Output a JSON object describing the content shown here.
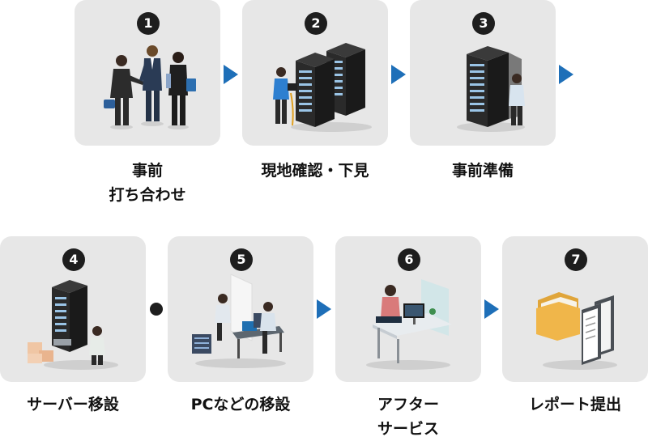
{
  "colors": {
    "card": "#e7e7e7",
    "arrow": "#1e6fb8",
    "badge": "#1e1e1e"
  },
  "steps": [
    {
      "number": "1",
      "icon": "handshake-meeting-icon",
      "lines": [
        "事前",
        "打ち合わせ"
      ]
    },
    {
      "number": "2",
      "icon": "server-inspection-icon",
      "lines": [
        "現地確認・下見"
      ]
    },
    {
      "number": "3",
      "icon": "server-rack-technician-icon",
      "lines": [
        "事前準備"
      ]
    },
    {
      "number": "4",
      "icon": "server-moving-icon",
      "lines": [
        "サーバー移設"
      ]
    },
    {
      "number": "5",
      "icon": "pc-setup-icon",
      "lines": [
        "PCなどの移設"
      ]
    },
    {
      "number": "6",
      "icon": "office-desk-icon",
      "lines": [
        "アフター",
        "サービス"
      ]
    },
    {
      "number": "7",
      "icon": "report-folder-icon",
      "lines": [
        "レポート提出"
      ]
    }
  ],
  "connectors": [
    "arrow",
    "arrow",
    "arrow",
    "dot",
    "arrow",
    "arrow"
  ]
}
